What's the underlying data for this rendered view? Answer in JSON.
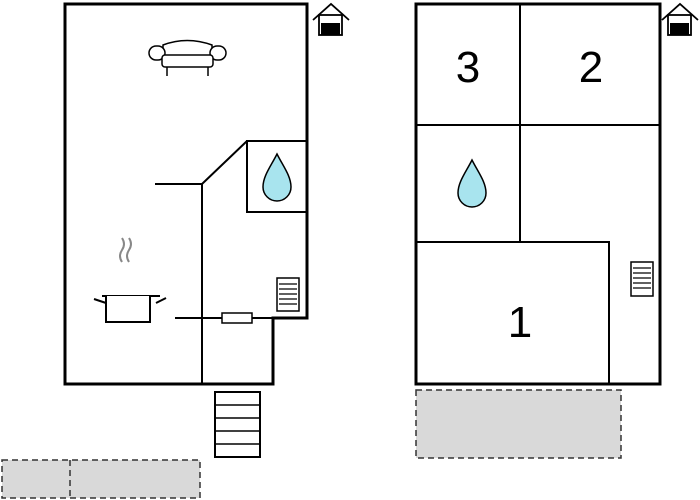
{
  "floors": [
    {
      "name": "ground-floor",
      "icons": [
        "house-icon",
        "sofa-icon",
        "water-drop-icon",
        "cooking-pot-icon",
        "radiator-icon",
        "stairs-icon",
        "door-icon"
      ],
      "terrace": "gray-dashed"
    },
    {
      "name": "upper-floor",
      "icons": [
        "house-icon",
        "water-drop-icon",
        "radiator-icon"
      ],
      "rooms": [
        {
          "label": "3"
        },
        {
          "label": "2"
        },
        {
          "label": "1"
        }
      ],
      "terrace": "gray-dashed"
    }
  ],
  "colors": {
    "wall": "#000000",
    "water": "#a8e4ee",
    "terrace_fill": "#d9d9d9",
    "terrace_stroke": "#333333"
  }
}
